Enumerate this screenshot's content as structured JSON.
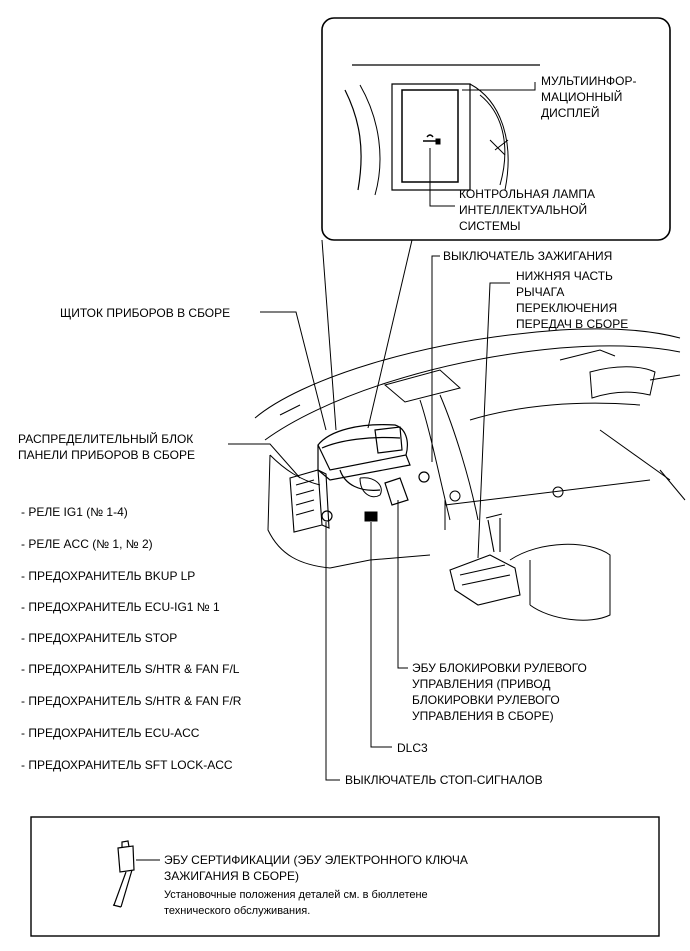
{
  "labels": {
    "multi_display": "МУЛЬТИИНФОР-\nМАЦИОННЫЙ\nДИСПЛЕЙ",
    "smart_lamp": "КОНТРОЛЬНАЯ ЛАМПА\nИНТЕЛЛЕКТУАЛЬНОЙ\nСИСТЕМЫ",
    "ignition_switch": "ВЫКЛЮЧАТЕЛЬ ЗАЖИГАНИЯ",
    "shift_lever": "НИЖНЯЯ ЧАСТЬ\nРЫЧАГА\nПЕРЕКЛЮЧЕНИЯ\nПЕРЕДАЧ В СБОРЕ",
    "meter": "ЩИТОК ПРИБОРОВ В СБОРЕ",
    "junction_block": "РАСПРЕДЕЛИТЕЛЬНЫЙ БЛОК\nПАНЕЛИ ПРИБОРОВ В СБОРЕ",
    "steering_lock": "ЭБУ БЛОКИРОВКИ РУЛЕВОГО\nУПРАВЛЕНИЯ (ПРИВОД\nБЛОКИРОВКИ РУЛЕВОГО\nУПРАВЛЕНИЯ В СБОРЕ)",
    "dlc3": "DLC3",
    "stop_switch": "ВЫКЛЮЧАТЕЛЬ СТОП-СИГНАЛОВ"
  },
  "junction_items": [
    "- РЕЛЕ IG1 (№ 1-4)",
    "- РЕЛЕ ACC (№ 1, № 2)",
    "- ПРЕДОХРАНИТЕЛЬ BKUP LP",
    "- ПРЕДОХРАНИТЕЛЬ ECU-IG1 № 1",
    "- ПРЕДОХРАНИТЕЛЬ STOP",
    "- ПРЕДОХРАНИТЕЛЬ S/HTR & FAN F/L",
    "- ПРЕДОХРАНИТЕЛЬ S/HTR & FAN F/R",
    "- ПРЕДОХРАНИТЕЛЬ ECU-ACC",
    "- ПРЕДОХРАНИТЕЛЬ SFT LOCK-ACC"
  ],
  "bottom_box": {
    "title": "ЭБУ СЕРТИФИКАЦИИ (ЭБУ ЭЛЕКТРОННОГО КЛЮЧА\nЗАЖИГАНИЯ В СБОРЕ)",
    "note": "Установочные положения деталей см. в бюллетене\nтехнического обслуживания."
  }
}
